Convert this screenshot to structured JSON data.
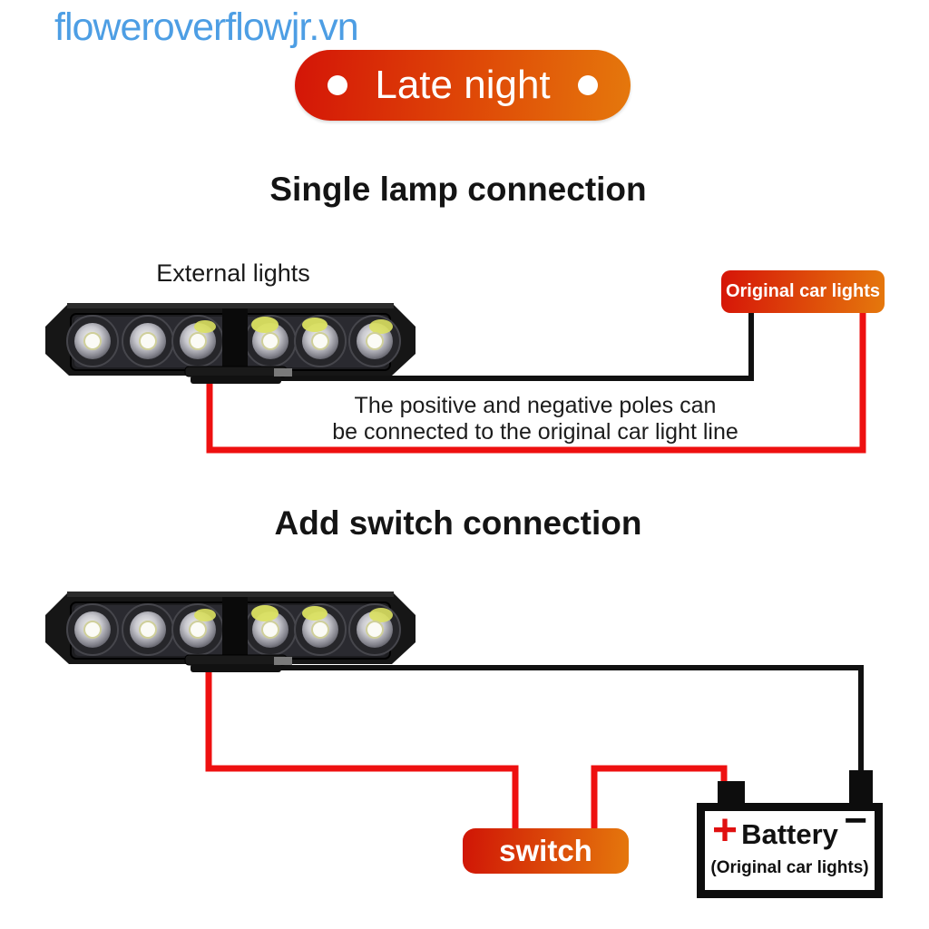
{
  "watermark": "floweroverflowjr.vn",
  "banner": {
    "label": "Late night"
  },
  "single_lamp_section": {
    "title": "Single lamp connection",
    "external_lights_label": "External lights",
    "original_car_lights_badge": "Original car lights",
    "note_line1": "The positive and negative poles can",
    "note_line2": "be connected to the original car light line"
  },
  "add_switch_section": {
    "title": "Add switch connection",
    "switch_badge": "switch",
    "battery": {
      "plus": "+",
      "minus": "−",
      "name": "Battery",
      "subtitle": "(Original car lights)"
    }
  },
  "colors": {
    "watermark_blue": "#4d9ee4",
    "badge_gradient_left": "#d41507",
    "badge_gradient_right": "#e5780c",
    "wire_red": "#ee1010",
    "wire_black": "#111111",
    "battery_plus_red": "#e01010"
  }
}
